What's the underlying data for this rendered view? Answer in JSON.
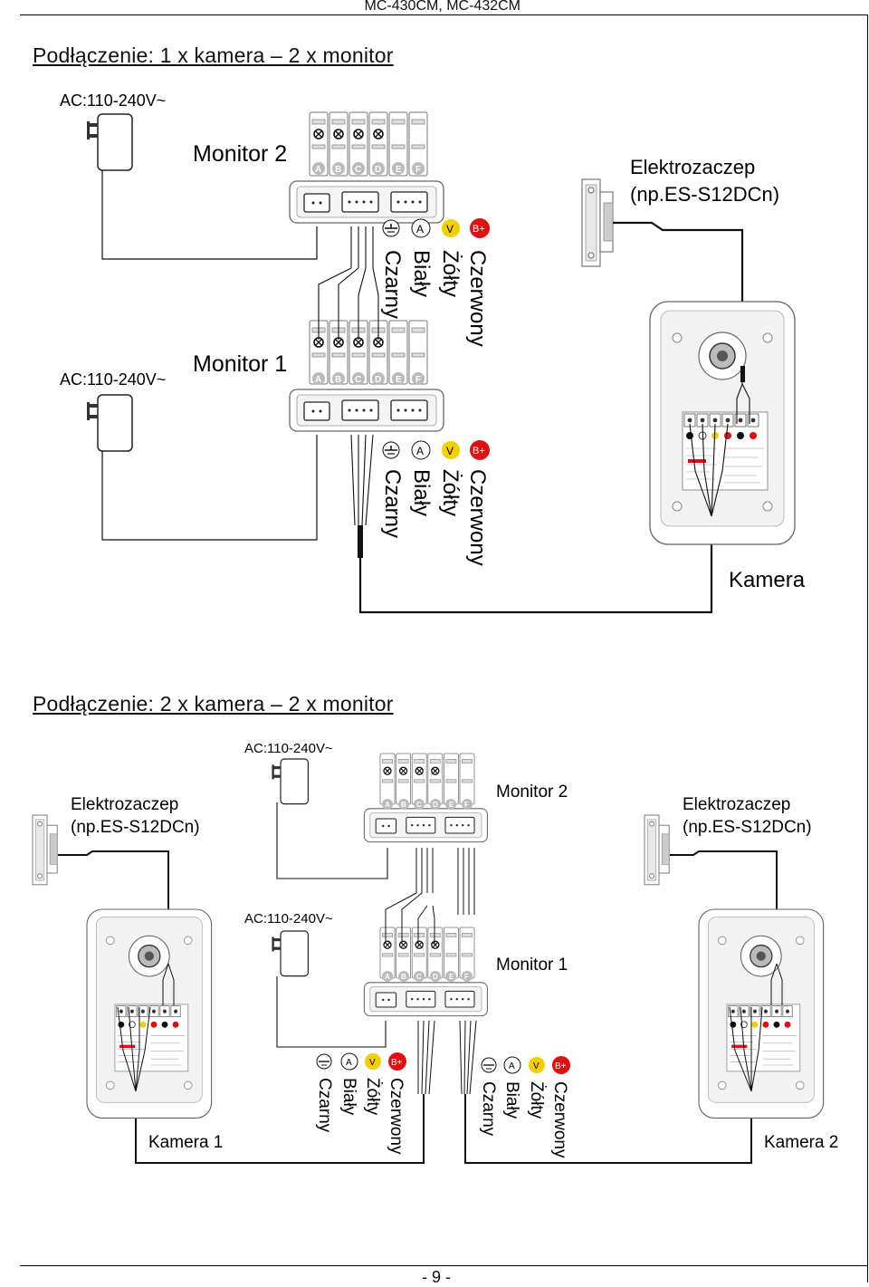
{
  "header": {
    "model": "MC-430CM, MC-432CM"
  },
  "section1": {
    "title": "Podłączenie: 1 x kamera – 2 x monitor",
    "power_top": "AC:110-240V~",
    "power_bottom": "AC:110-240V~",
    "monitor_top": "Monitor 2",
    "monitor_bottom": "Monitor 1",
    "lock_name": "Elektrozaczep",
    "lock_model": "(np.ES-S12DCn)",
    "camera": "Kamera",
    "terminals": [
      "A",
      "B",
      "C",
      "D",
      "E",
      "F"
    ],
    "sym_a": "A",
    "sym_v": "V",
    "sym_b": "B+",
    "wire_labels": [
      "Czarny",
      "Biały",
      "Żółty",
      "Czerwony"
    ]
  },
  "section2": {
    "title": "Podłączenie: 2 x kamera – 2 x monitor",
    "power_top": "AC:110-240V~",
    "power_bottom": "AC:110-240V~",
    "monitor_top": "Monitor 2",
    "monitor_bottom": "Monitor 1",
    "lock_left_name": "Elektrozaczep",
    "lock_left_model": "(np.ES-S12DCn)",
    "lock_right_name": "Elektrozaczep",
    "lock_right_model": "(np.ES-S12DCn)",
    "camera_left": "Kamera 1",
    "camera_right": "Kamera 2",
    "terminals": [
      "A",
      "B",
      "C",
      "D",
      "E",
      "F"
    ],
    "sym_a": "A",
    "sym_v": "V",
    "sym_b": "B+",
    "wire_labels": [
      "Czarny",
      "Biały",
      "Żółty",
      "Czerwony"
    ]
  },
  "colors": {
    "yellow": "#f2d000",
    "red": "#e01010",
    "wire": "#111111",
    "device_fill": "#ffffff",
    "device_stroke": "#555555"
  },
  "footer": {
    "page": "- 9 -"
  }
}
